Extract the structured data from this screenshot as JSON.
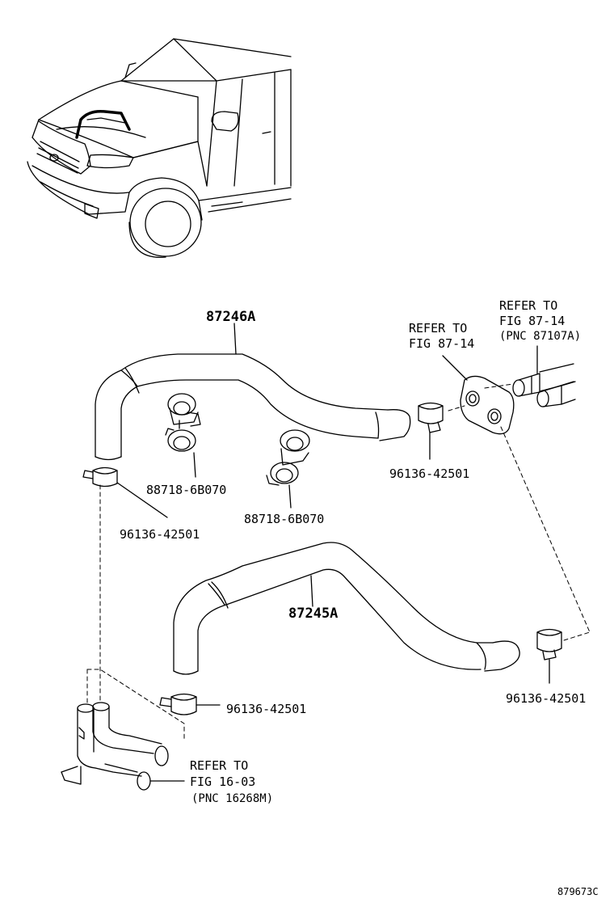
{
  "parts": {
    "hose_upper": "87246A",
    "hose_lower": "87245A",
    "clamp_left_upper": "96136-42501",
    "clamp_right_upper": "96136-42501",
    "clamp_left_lower": "96136-42501",
    "clamp_right_lower": "96136-42501",
    "clip_a": "88718-6B070",
    "clip_b": "88718-6B070"
  },
  "refs": {
    "gasket": {
      "line1": "REFER TO",
      "line2": "FIG 87-14"
    },
    "pipes": {
      "line1": "REFER TO",
      "line2": "FIG 87-14",
      "line3": "(PNC 87107A)"
    },
    "water_outlet": {
      "line1": "REFER TO",
      "line2": "FIG 16-03",
      "line3": "(PNC 16268M)"
    }
  },
  "figure_code": "879673C",
  "icons": [
    "vehicle-illustration",
    "hose",
    "hose-clamp",
    "hose-clip",
    "gasket",
    "pipe",
    "water-outlet"
  ]
}
